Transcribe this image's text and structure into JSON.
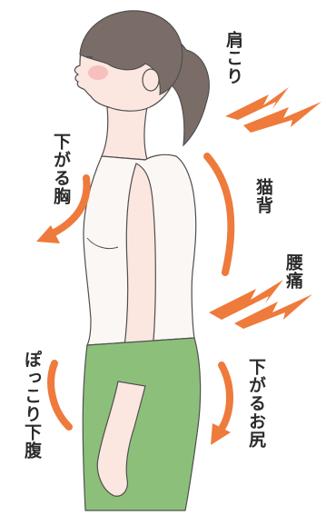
{
  "labels": {
    "shoulder_stiffness": "肩こり",
    "drooping_chest": "下がる胸",
    "rounded_back": "猫背",
    "back_pain": "腰痛",
    "belly_pouch": "ぽっこり下腹",
    "sagging_buttocks": "下がるお尻"
  },
  "colors": {
    "accent_orange": "#ee7a3c",
    "shirt": "#fbf7f4",
    "skin": "#fbe7e0",
    "hair": "#7a6d68",
    "shorts": "#8cc07a",
    "outline": "#4f4f4f",
    "cheek": "#f5b3b0"
  }
}
